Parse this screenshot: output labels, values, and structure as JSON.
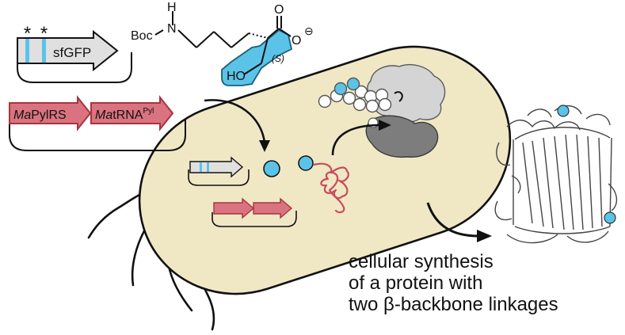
{
  "plasmid_1": {
    "gene_label": "sfGFP",
    "star_marks": [
      "*",
      "*"
    ]
  },
  "plasmid_2": {
    "gene_1": {
      "italic_prefix": "Ma",
      "rest": "PylRS"
    },
    "gene_2": {
      "italic_prefix": "Ma",
      "rest": "tRNA",
      "superscript": "Pyl"
    }
  },
  "molecule": {
    "protecting_group": "Boc",
    "amine_n": "N",
    "amine_h": "H",
    "carbonyl_o": "O",
    "carboxylate_o": "O",
    "charge": "⊖",
    "hydroxyl": "HO",
    "stereo_label": "(S)"
  },
  "caption": {
    "line_1": "cellular synthesis",
    "line_2": "of a protein with",
    "line_3": "two β-backbone linkages"
  },
  "colors": {
    "highlight_blue": "#5bc3e8",
    "gene_red": "#d9737f",
    "gene_red_stroke": "#a8343f",
    "cell_fill": "#f0e8c4",
    "ribosome_light": "#d4d4d4",
    "ribosome_dark": "#7d7d7d",
    "plasmid_gray": "#e0e0e0"
  }
}
